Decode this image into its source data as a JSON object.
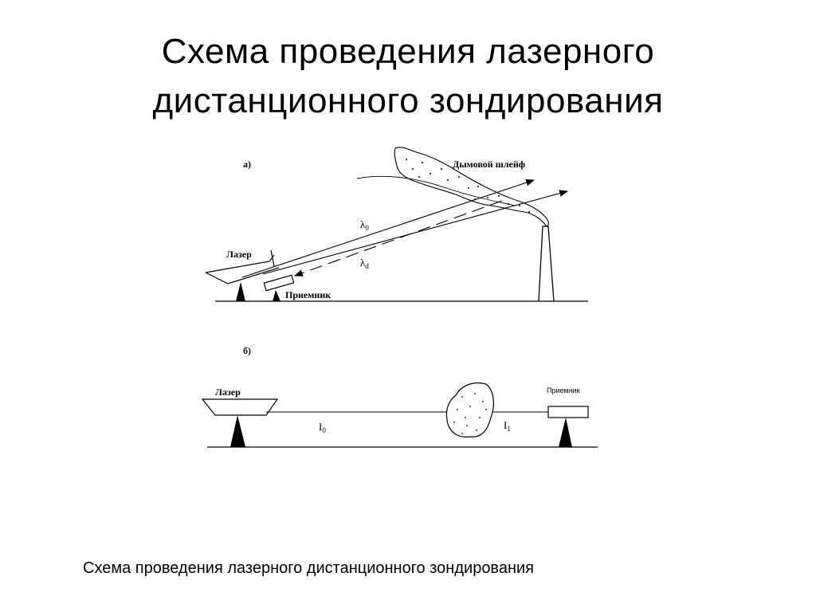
{
  "slide": {
    "title_line1": "Схема проведения лазерного",
    "title_line2": "дистанционного зондирования",
    "caption": "Схема проведения лазерного дистанционного зондирования"
  },
  "diagram_a": {
    "panel_label": "а)",
    "plume_label": "Дымовой шлейф",
    "laser_label": "Лазер",
    "receiver_label": "Приемник",
    "lambda": "λ",
    "lambda0_sub": "0",
    "lambdad_sub": "d"
  },
  "diagram_b": {
    "panel_label": "б)",
    "laser_label": "Лазер",
    "receiver_label": "Приемник",
    "intensity": "I",
    "i0_sub": "0",
    "i1_sub": "1"
  },
  "colors": {
    "ink": "#000000",
    "background": "#ffffff"
  }
}
